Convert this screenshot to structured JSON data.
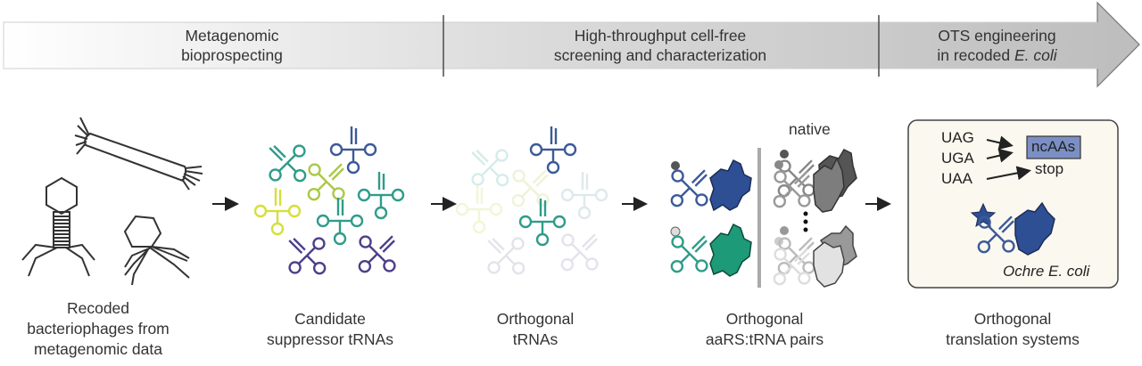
{
  "banner": {
    "stages": [
      {
        "line1": "Metagenomic",
        "line2": "bioprospecting"
      },
      {
        "line1": "High-throughput cell-free",
        "line2": "screening and characterization"
      },
      {
        "line1": "OTS engineering",
        "line2_plain": "in recoded ",
        "line2_italic": "E. coli"
      }
    ]
  },
  "steps": [
    {
      "label_lines": [
        "Recoded",
        "bacteriophages from",
        "metagenomic data"
      ]
    },
    {
      "label_lines": [
        "Candidate",
        "suppressor tRNAs"
      ]
    },
    {
      "label_lines": [
        "Orthogonal",
        "tRNAs"
      ]
    },
    {
      "label_lines": [
        "Orthogonal",
        "aaRS:tRNA pairs"
      ],
      "annotation": "native"
    },
    {
      "label_lines": [
        "Orthogonal",
        "translation systems"
      ]
    }
  ],
  "ots_box": {
    "codons": [
      "UAG",
      "UGA",
      "UAA"
    ],
    "targets": {
      "ncaa": "ncAAs",
      "stop": "stop"
    },
    "organism": "Ochre E. coli"
  },
  "colors": {
    "banner_light": "#f4f4f4",
    "banner_dark": "#bdbdbd",
    "trna_teal": "#2f9c8a",
    "trna_yellow": "#d6df3a",
    "trna_lime": "#a9c948",
    "trna_navy": "#3d5a99",
    "trna_purple": "#4e3f8a",
    "aars_blue": "#2e4f94",
    "aars_green": "#1d9a78",
    "ncaa_box": "#7b8fc4",
    "box_bg": "#fbf8ef"
  }
}
